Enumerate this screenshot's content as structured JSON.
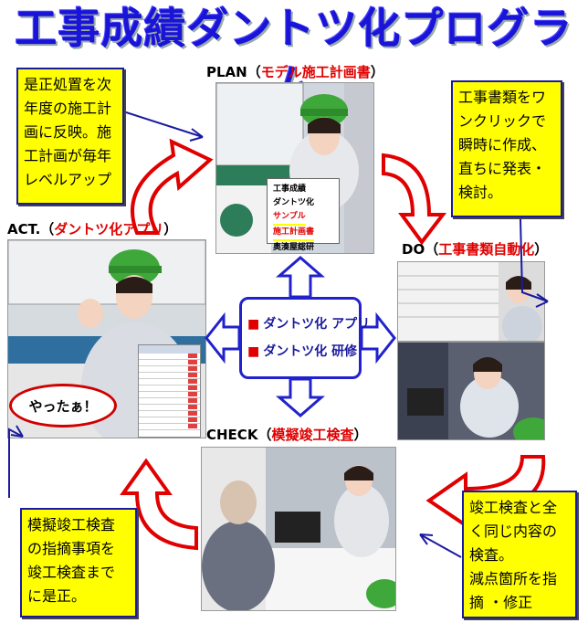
{
  "title": "工事成績ダントツ化プログラム",
  "notes": {
    "act_note": [
      "是正処置を次",
      "年度の施工計",
      "画に反映。施",
      "工計画が毎年",
      "レベルアップ"
    ],
    "plan_note": [
      "工事書類をワ",
      "ンクリックで",
      "瞬時に作成、",
      "直ちに発表・",
      "検討。"
    ],
    "check_left_note": [
      "模擬竣工検査",
      "の指摘事項を",
      "竣工検査まで",
      "に是正。"
    ],
    "check_right_note": [
      "竣工検査と全",
      "く同じ内容の",
      "検査。",
      "減点箇所を指",
      "摘 ・修正"
    ]
  },
  "labels": {
    "plan_prefix": "PLAN（",
    "plan_red": "モデル施工計画書",
    "plan_suffix": "）",
    "act_prefix": "ACT.（",
    "act_red": "ダントツ化アプリ",
    "act_suffix": "）",
    "do_prefix": "DO（",
    "do_red": "工事書類自動化",
    "do_suffix": "）",
    "check_prefix": "CHECK（",
    "check_red": "模擬竣工検査",
    "check_suffix": "）"
  },
  "center": {
    "item1": "ダントツ化 アプリ",
    "item2": "ダントツ化 研修"
  },
  "bubble": "やったぁ！",
  "sign": {
    "line1": "工事成績",
    "line2": "ダントツ化",
    "line3": "サンプル",
    "line4": "施工計画書",
    "line5": "奥湊屋総研"
  },
  "colors": {
    "title": "#1a14d9",
    "accent_red": "#e00000",
    "note_bg": "#ffff00",
    "arrow_blue": "#2222cc"
  }
}
